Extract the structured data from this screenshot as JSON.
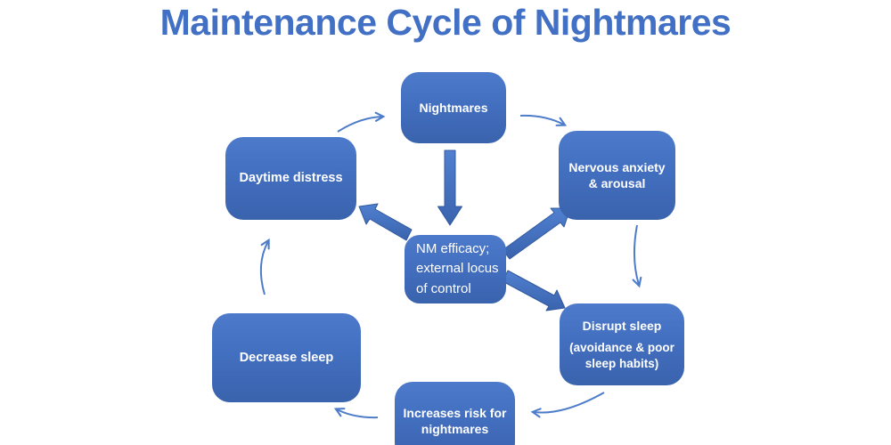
{
  "title": "Maintenance Cycle of Nightmares",
  "palette": {
    "title_color": "#4170C4",
    "box_gradient_top": "#4D7ACA",
    "box_gradient_bottom": "#3A63AD",
    "box_text_color": "#FFFFFF",
    "thin_arrow_color": "#4D7CC9",
    "block_arrow_fill": "#4573C4",
    "block_arrow_outline": "#31589F"
  },
  "nodes": {
    "nightmares": {
      "label": "Nightmares"
    },
    "nervous_anxiety": {
      "label": "Nervous anxiety & arousal"
    },
    "disrupt_sleep": {
      "label": "Disrupt sleep",
      "sublabel": "(avoidance & poor sleep habits)"
    },
    "increases_risk": {
      "label": "Increases risk for nightmares"
    },
    "decrease_sleep": {
      "label": "Decrease sleep"
    },
    "daytime_distress": {
      "label": "Daytime distress"
    },
    "hub": {
      "label": "NM efficacy; external locus of control"
    }
  },
  "connections": {
    "cycle": [
      {
        "from": "Daytime distress",
        "to": "Nightmares",
        "style": "thin-curved"
      },
      {
        "from": "Nightmares",
        "to": "Nervous anxiety & arousal",
        "style": "thin-curved"
      },
      {
        "from": "Nervous anxiety & arousal",
        "to": "Disrupt sleep",
        "style": "thin-curved"
      },
      {
        "from": "Disrupt sleep",
        "to": "Increases risk for nightmares",
        "style": "thin-curved"
      },
      {
        "from": "Increases risk for nightmares",
        "to": "Decrease sleep",
        "style": "thin-curved"
      },
      {
        "from": "Decrease sleep",
        "to": "Daytime distress",
        "style": "thin-curved"
      }
    ],
    "hub": [
      {
        "from": "Nightmares",
        "to": "NM efficacy; external locus of control",
        "style": "block"
      },
      {
        "from": "NM efficacy; external locus of control",
        "to": "Daytime distress",
        "style": "block"
      },
      {
        "from": "NM efficacy; external locus of control",
        "to": "Nervous anxiety & arousal",
        "style": "block"
      },
      {
        "from": "NM efficacy; external locus of control",
        "to": "Disrupt sleep",
        "style": "block"
      }
    ]
  }
}
